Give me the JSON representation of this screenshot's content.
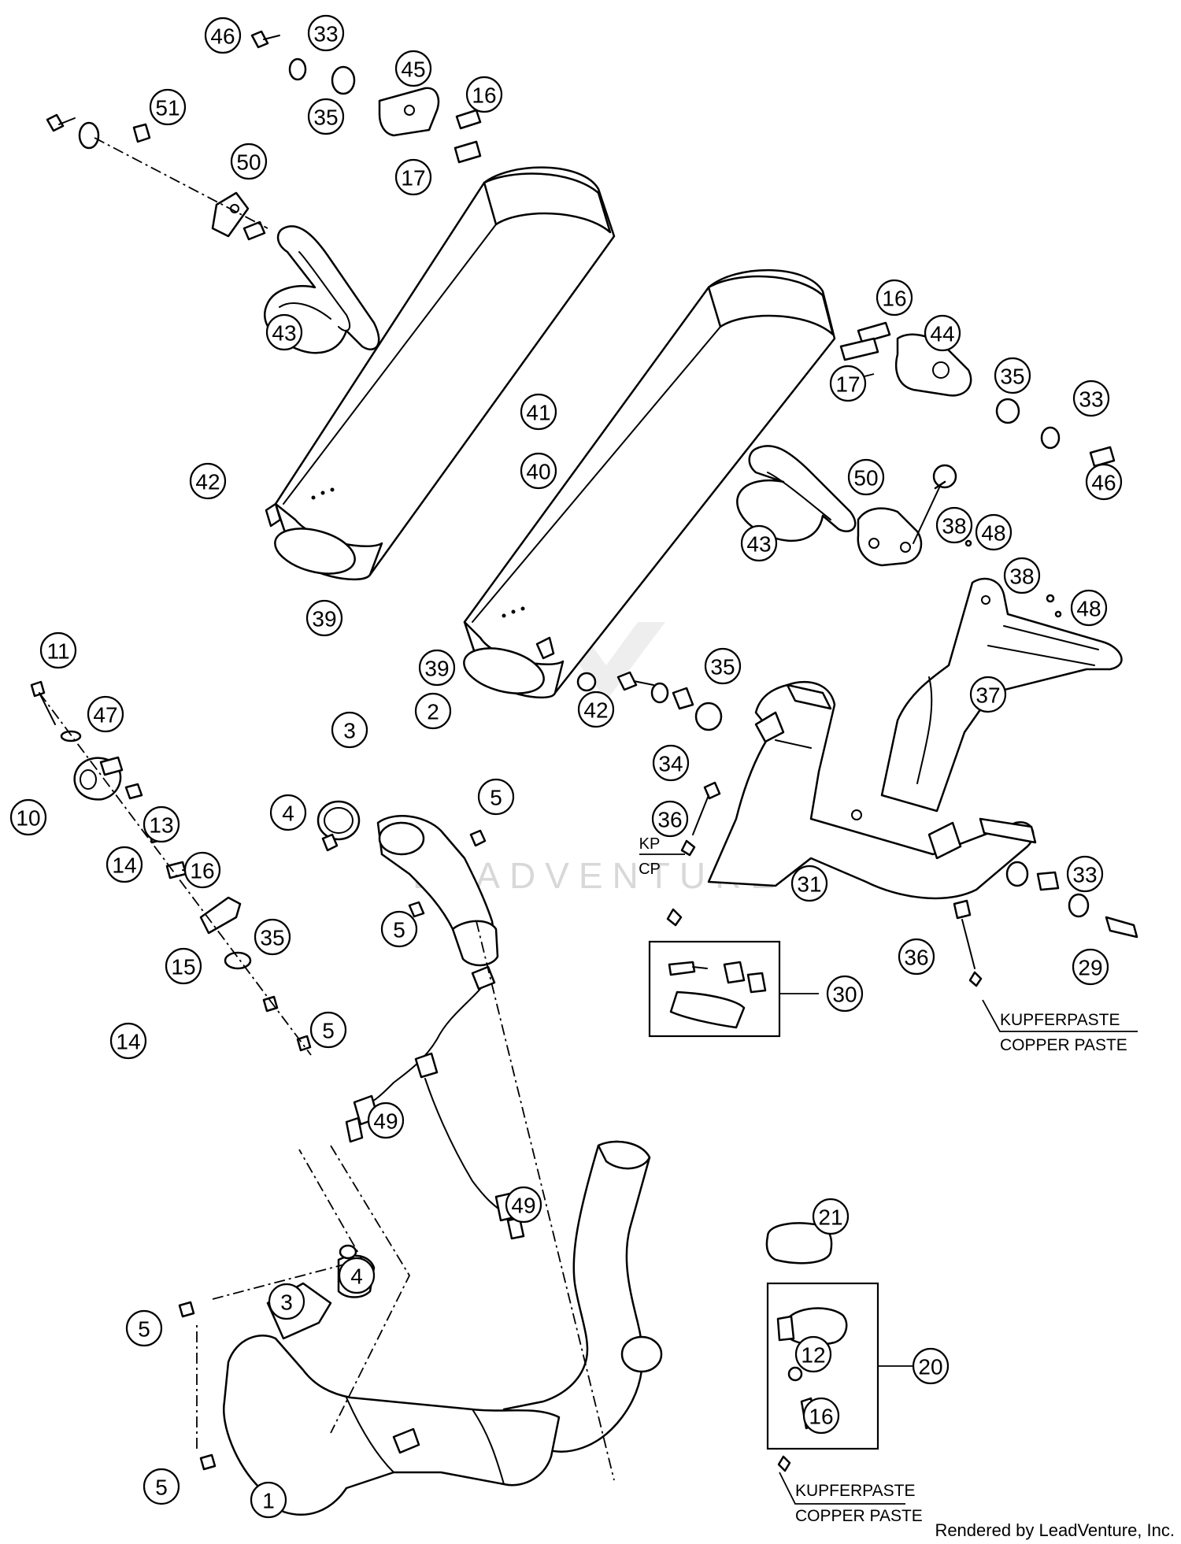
{
  "watermark": "LEADVENTURE",
  "credit": "Rendered by LeadVenture, Inc.",
  "paste_label_de": "KUPFERPASTE",
  "paste_label_en": "COPPER PASTE",
  "kp_label": "KP",
  "cp_label": "CP",
  "callouts": [
    "46",
    "33",
    "35",
    "45",
    "16",
    "17",
    "51",
    "50",
    "43",
    "41",
    "40",
    "16",
    "44",
    "17",
    "35",
    "33",
    "46",
    "42",
    "39",
    "50",
    "43",
    "38",
    "48",
    "38",
    "48",
    "37",
    "39",
    "42",
    "35",
    "34",
    "11",
    "47",
    "3",
    "2",
    "4",
    "5",
    "10",
    "13",
    "14",
    "16",
    "5",
    "36",
    "31",
    "33",
    "15",
    "35",
    "30",
    "36",
    "29",
    "14",
    "5",
    "49",
    "49",
    "21",
    "3",
    "4",
    "5",
    "12",
    "20",
    "16",
    "5",
    "1"
  ]
}
